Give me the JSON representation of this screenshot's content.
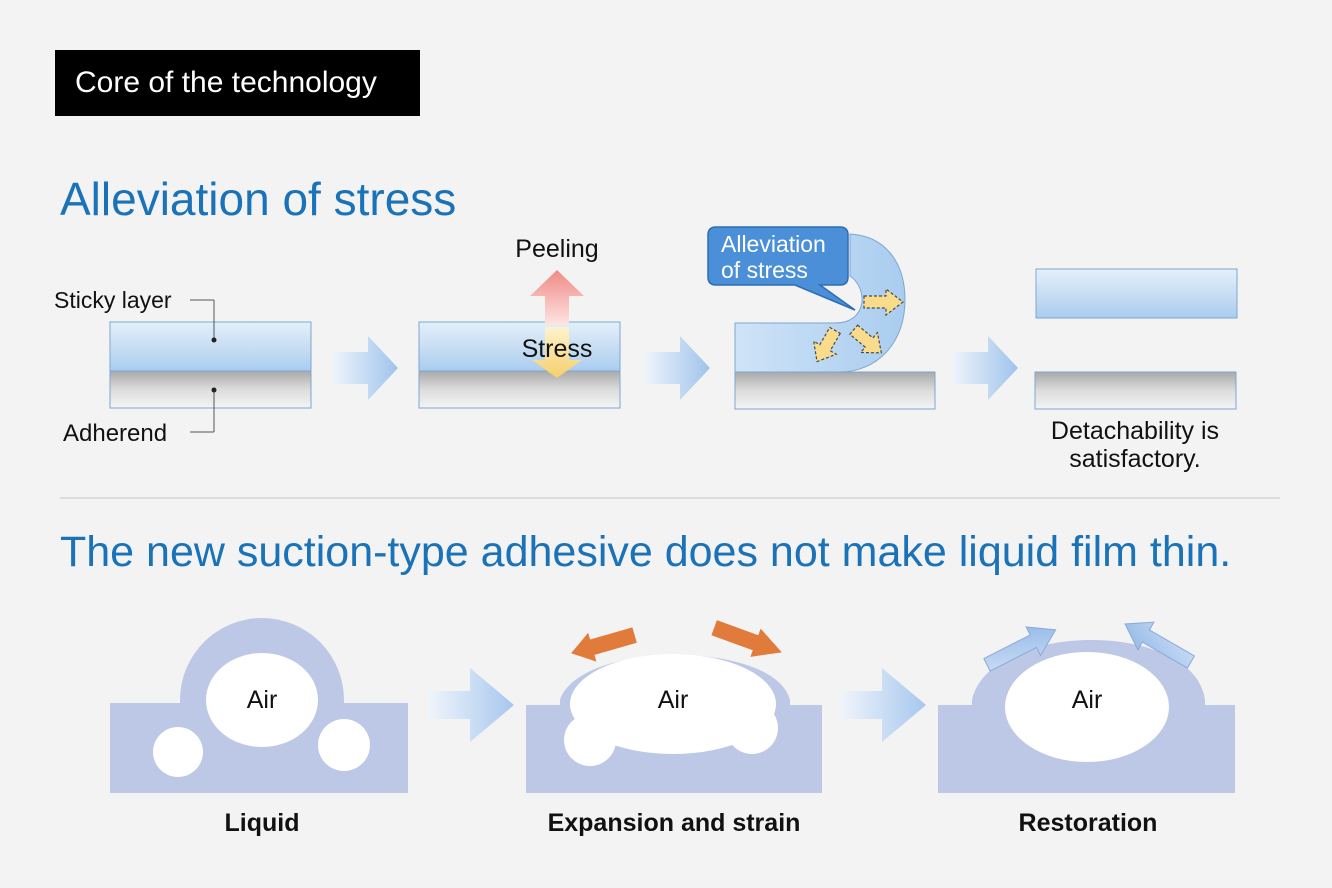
{
  "header": {
    "badge": "Core of the technology"
  },
  "section1": {
    "title": "Alleviation of stress",
    "labels": {
      "sticky_layer": "Sticky layer",
      "adherend": "Adherend",
      "peeling": "Peeling",
      "stress": "Stress",
      "callout_line1": "Alleviation",
      "callout_line2": "of stress",
      "detach_line1": "Detachability is",
      "detach_line2": "satisfactory."
    }
  },
  "section2": {
    "title": "The new suction-type adhesive does not make liquid film thin.",
    "stages": [
      {
        "air": "Air",
        "caption": "Liquid"
      },
      {
        "air": "Air",
        "caption": "Expansion and strain"
      },
      {
        "air": "Air",
        "caption": "Restoration"
      }
    ]
  },
  "colors": {
    "title_blue": "#1a72b8",
    "layer_blue": "#cfe3f7",
    "liquid": "#bcc8e6",
    "strain_orange": "#e07b3c"
  }
}
